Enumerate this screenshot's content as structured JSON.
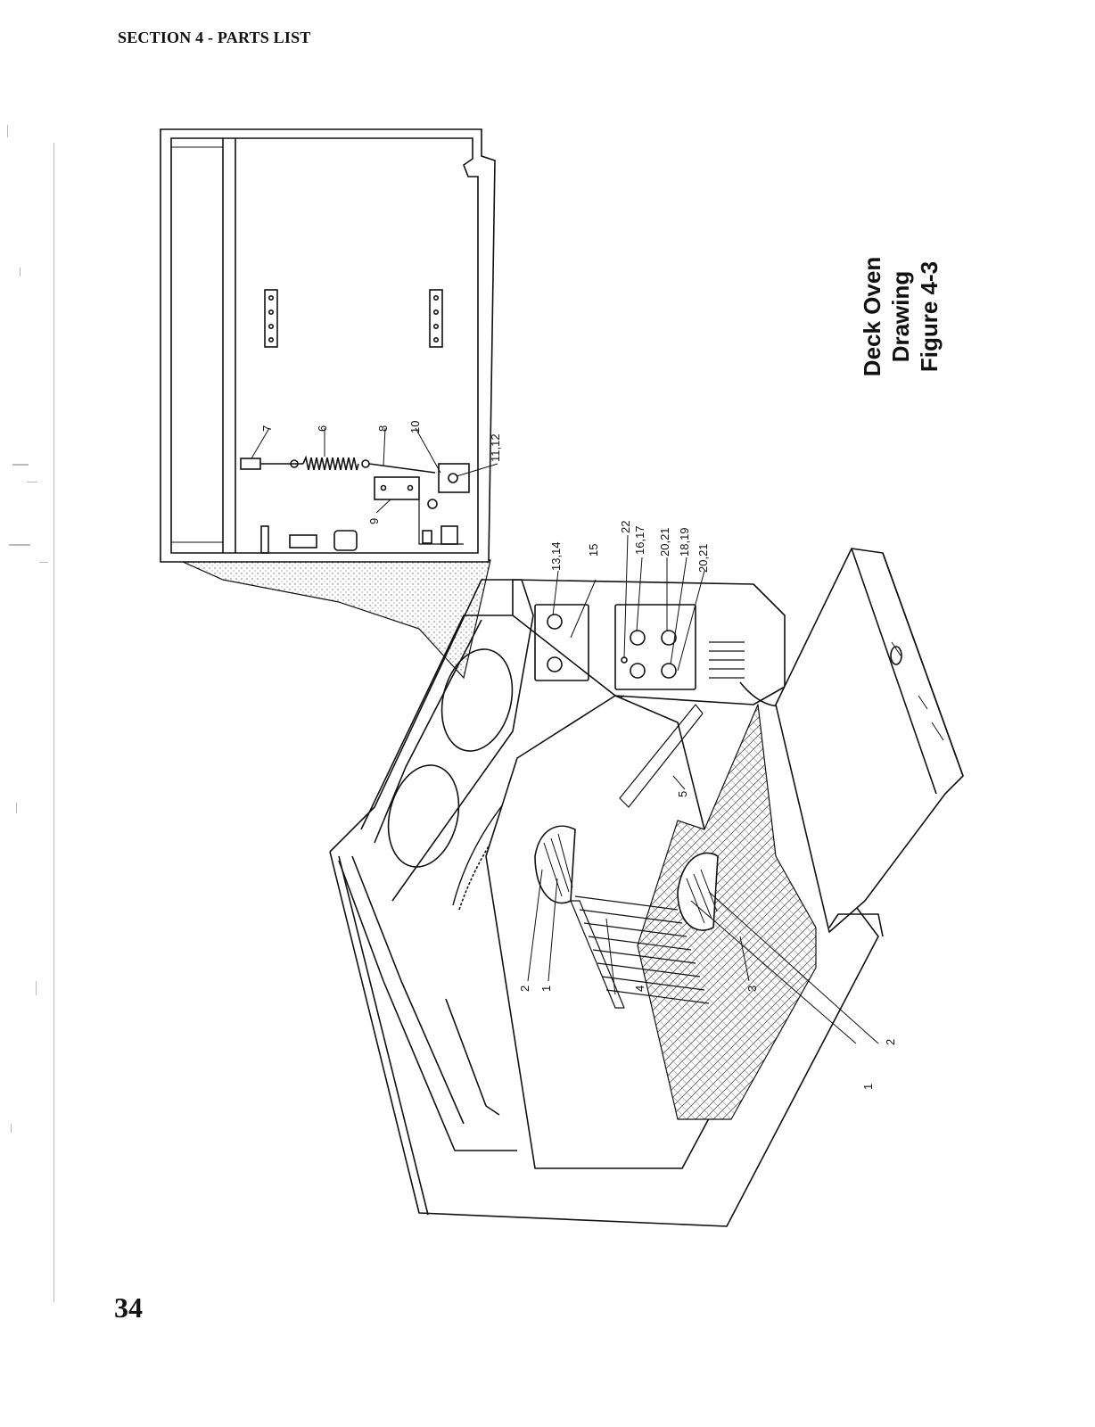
{
  "header": {
    "section": "SECTION 4 - PARTS LIST"
  },
  "page_number": "34",
  "figure": {
    "line1": "Deck Oven",
    "line2": "Drawing",
    "line3": "Figure 4-3"
  },
  "callouts": {
    "c1": "1",
    "c2": "2",
    "c3": "3",
    "c4": "4",
    "c5": "5",
    "c6": "6",
    "c7": "7",
    "c8": "8",
    "c9": "9",
    "c10": "10",
    "c11_12": "11,12",
    "c13_14": "13,14",
    "c15": "15",
    "c16_17": "16,17",
    "c18_19": "18,19",
    "c20_21a": "20,21",
    "c20_21b": "20,21",
    "c22": "22",
    "c2b": "2",
    "c1b": "1"
  }
}
